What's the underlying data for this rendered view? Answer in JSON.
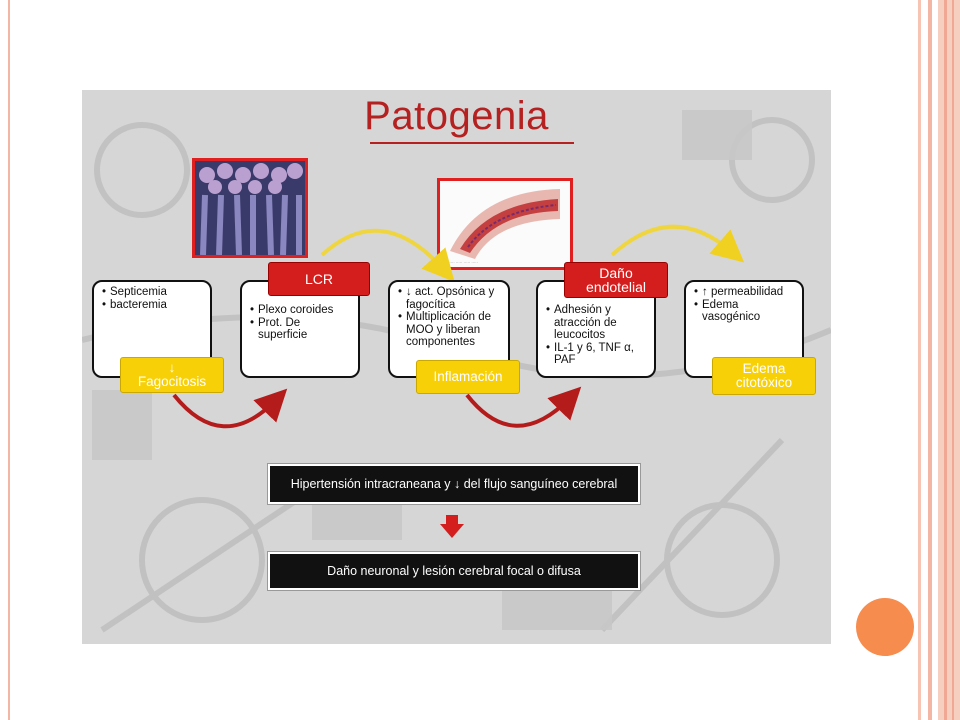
{
  "slide": {
    "title": "Patogenia",
    "boxes": [
      {
        "items": [
          "Septicemia",
          "bacteremia"
        ],
        "label": "↓\nFagocitosis"
      },
      {
        "items": [
          "Plexo coroides",
          "Prot. De superficie"
        ],
        "label": "LCR"
      },
      {
        "items": [
          "↓ act. Opsónica y fagocítica",
          "Multiplicación de MOO y liberan componentes"
        ],
        "label": "Inflamación"
      },
      {
        "items": [
          "Adhesión y atracción de leucocitos",
          "IL-1 y 6, TNF α, PAF"
        ],
        "label": "Daño\nendotelial"
      },
      {
        "items": [
          "↑ permeabilidad",
          "Edema vasogénico"
        ],
        "label": "Edema\ncitotóxico"
      }
    ],
    "bar1": "Hipertensión intracraneana y ↓ del flujo sanguíneo cerebral",
    "bar2": "Daño neuronal y lesión cerebral focal o difusa"
  },
  "colors": {
    "title": "#b52020",
    "yellow_label": "#f7d008",
    "red_label": "#d41e1e",
    "bar_bg": "#111111",
    "accent_circle": "#f68c4e",
    "border_stripes": "#f4b6a4"
  },
  "icons": [
    "curved-arrow-yellow",
    "curved-arrow-red",
    "down-arrow-red",
    "ependyma-photo",
    "blood-vessel-illustration"
  ]
}
